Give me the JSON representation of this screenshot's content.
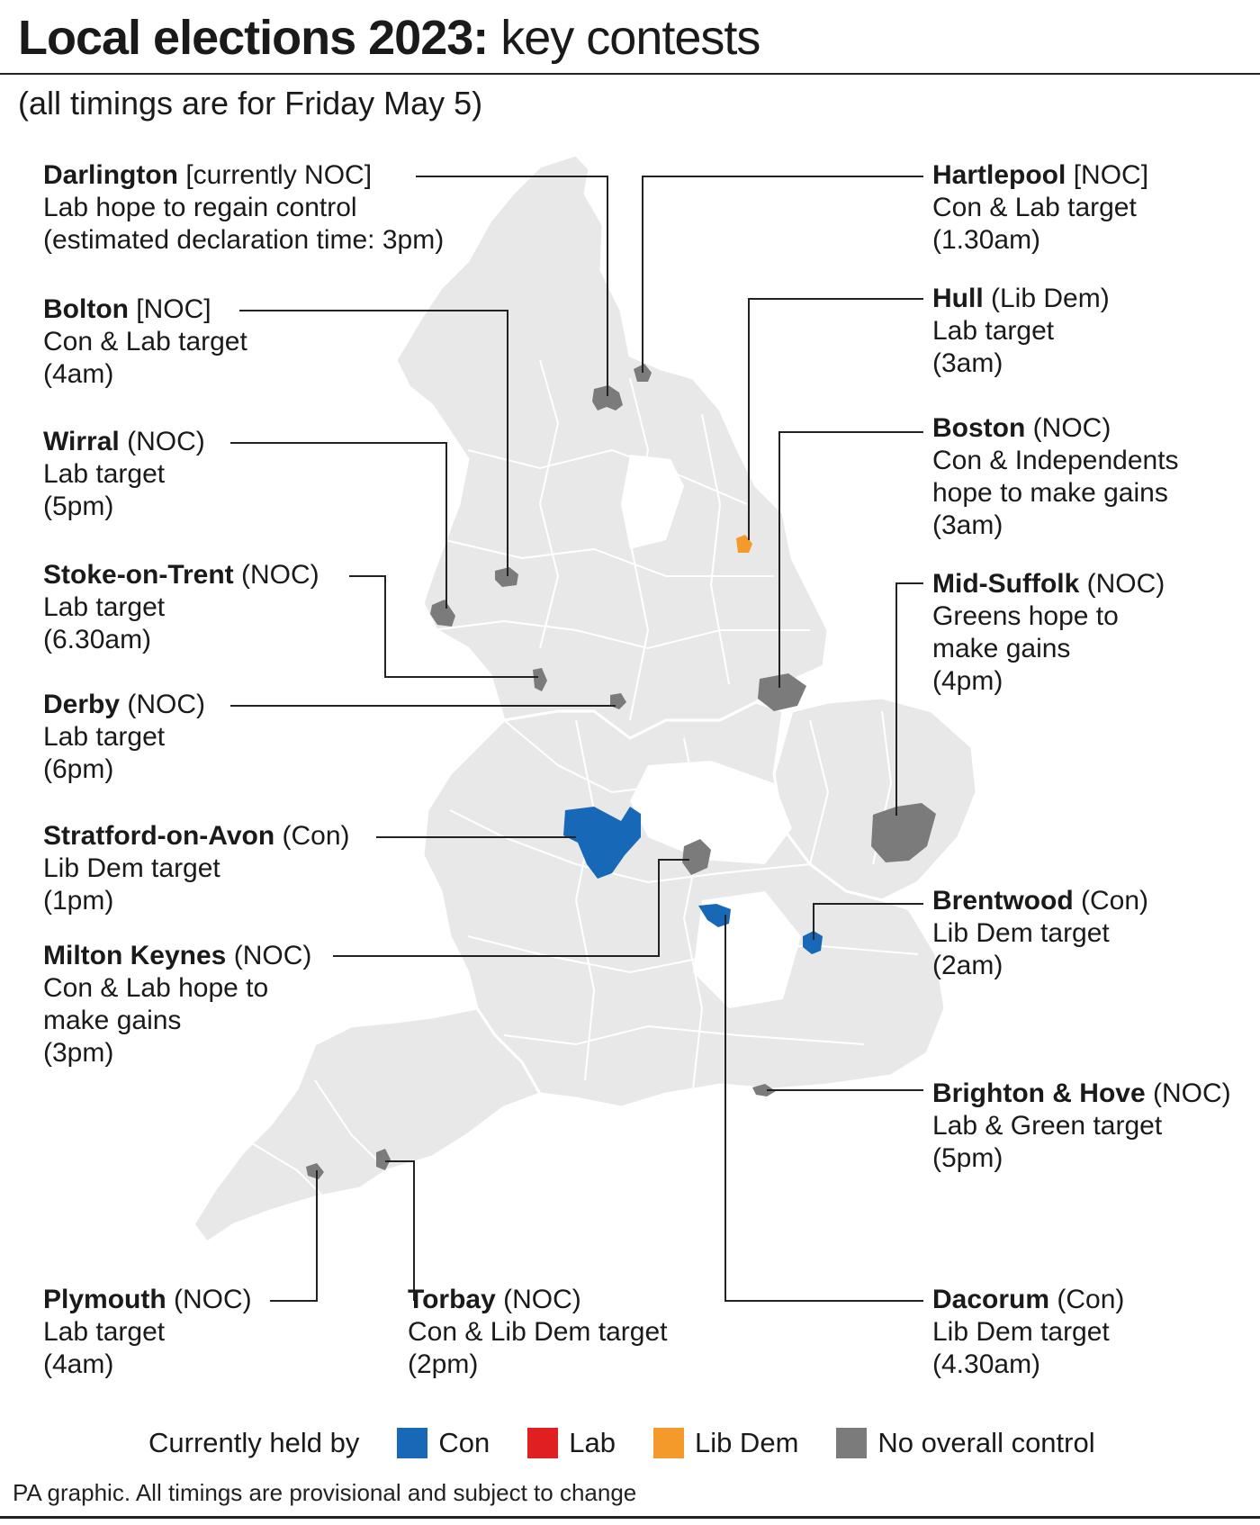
{
  "title": {
    "bold": "Local elections 2023:",
    "rest": " key contests"
  },
  "subtitle": "(all timings are for Friday May 5)",
  "colors": {
    "con": "#1769b8",
    "lab": "#e02020",
    "libdem": "#f39a2b",
    "noc": "#7b7b7b",
    "land": "#e8e8e8",
    "boundary": "#ffffff",
    "leader": "#222222"
  },
  "contests": [
    {
      "id": "darlington",
      "name": "Darlington",
      "status": " [currently NOC]",
      "line1": "Lab hope to regain control",
      "line2": "(estimated declaration time: 3pm)",
      "line3": ""
    },
    {
      "id": "bolton",
      "name": "Bolton",
      "status": " [NOC]",
      "line1": "Con & Lab target",
      "line2": "(4am)",
      "line3": ""
    },
    {
      "id": "wirral",
      "name": "Wirral",
      "status": " (NOC)",
      "line1": "Lab target",
      "line2": "(5pm)",
      "line3": ""
    },
    {
      "id": "stoke",
      "name": "Stoke-on-Trent",
      "status": " (NOC)",
      "line1": "Lab target",
      "line2": "(6.30am)",
      "line3": ""
    },
    {
      "id": "derby",
      "name": "Derby",
      "status": " (NOC)",
      "line1": "Lab target",
      "line2": "(6pm)",
      "line3": ""
    },
    {
      "id": "stratford",
      "name": "Stratford-on-Avon",
      "status": " (Con)",
      "line1": "Lib Dem target",
      "line2": "(1pm)",
      "line3": ""
    },
    {
      "id": "miltonkeynes",
      "name": "Milton Keynes",
      "status": " (NOC)",
      "line1": "Con & Lab hope to",
      "line2": "make gains",
      "line3": "(3pm)"
    },
    {
      "id": "plymouth",
      "name": "Plymouth",
      "status": " (NOC)",
      "line1": "Lab target",
      "line2": "(4am)",
      "line3": ""
    },
    {
      "id": "torbay",
      "name": "Torbay",
      "status": " (NOC)",
      "line1": "Con & Lib Dem target",
      "line2": "(2pm)",
      "line3": ""
    },
    {
      "id": "hartlepool",
      "name": "Hartlepool",
      "status": " [NOC]",
      "line1": "Con & Lab target",
      "line2": "(1.30am)",
      "line3": ""
    },
    {
      "id": "hull",
      "name": "Hull",
      "status": " (Lib Dem)",
      "line1": "Lab target",
      "line2": "(3am)",
      "line3": ""
    },
    {
      "id": "boston",
      "name": "Boston",
      "status": " (NOC)",
      "line1": "Con & Independents",
      "line2": "hope to make gains",
      "line3": "(3am)"
    },
    {
      "id": "midsuffolk",
      "name": "Mid-Suffolk",
      "status": " (NOC)",
      "line1": "Greens hope to",
      "line2": "make gains",
      "line3": "(4pm)"
    },
    {
      "id": "brentwood",
      "name": "Brentwood",
      "status": " (Con)",
      "line1": "Lib Dem target",
      "line2": "(2am)",
      "line3": ""
    },
    {
      "id": "brighton",
      "name": "Brighton & Hove",
      "status": " (NOC)",
      "line1": "Lab & Green target",
      "line2": "(5pm)",
      "line3": ""
    },
    {
      "id": "dacorum",
      "name": "Dacorum",
      "status": " (Con)",
      "line1": "Lib Dem target",
      "line2": "(4.30am)",
      "line3": ""
    }
  ],
  "legend": {
    "heading": "Currently held by",
    "items": [
      {
        "label": "Con",
        "color": "#1769b8"
      },
      {
        "label": "Lab",
        "color": "#e02020"
      },
      {
        "label": "Lib Dem",
        "color": "#f39a2b"
      },
      {
        "label": "No overall control",
        "color": "#7b7b7b"
      }
    ]
  },
  "footer": "PA graphic. All timings are provisional and subject to change"
}
